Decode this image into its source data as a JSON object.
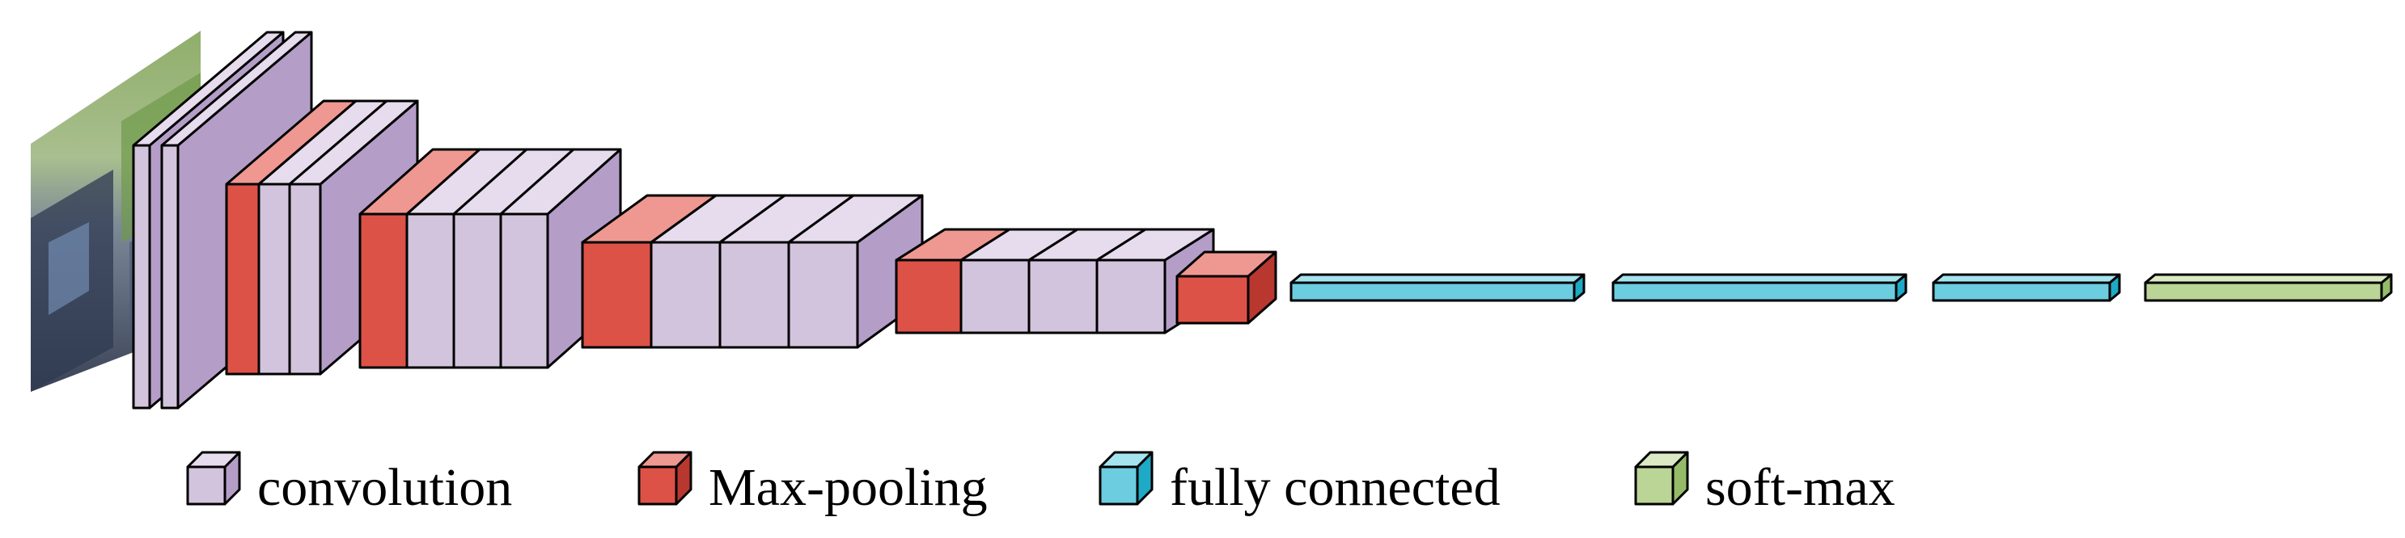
{
  "colors": {
    "convolution": {
      "front": "#d3c4dd",
      "top": "#e6dced",
      "side": "#b49ec8"
    },
    "max_pooling": {
      "front": "#dd5247",
      "top": "#ee9891",
      "side": "#b8382f"
    },
    "fully_connected": {
      "front": "#6ccde0",
      "top": "#a5e4ef",
      "side": "#1ea9c6"
    },
    "soft_max": {
      "front": "#bad595",
      "top": "#dbeac4",
      "side": "#95bb68"
    },
    "stroke": "#000000"
  },
  "input_image": {
    "description_icon": "crowd-photo"
  },
  "legend": {
    "items": [
      {
        "key": "convolution",
        "label": "convolution"
      },
      {
        "key": "max_pooling",
        "label": "Max-pooling"
      },
      {
        "key": "fully_connected",
        "label": "fully connected"
      },
      {
        "key": "soft_max",
        "label": "soft-max"
      }
    ]
  },
  "layers": [
    {
      "type": "convolution",
      "block": 1
    },
    {
      "type": "convolution",
      "block": 1
    },
    {
      "type": "max_pooling",
      "block": 2
    },
    {
      "type": "convolution",
      "block": 2
    },
    {
      "type": "convolution",
      "block": 2
    },
    {
      "type": "max_pooling",
      "block": 3
    },
    {
      "type": "convolution",
      "block": 3
    },
    {
      "type": "convolution",
      "block": 3
    },
    {
      "type": "convolution",
      "block": 3
    },
    {
      "type": "max_pooling",
      "block": 4
    },
    {
      "type": "convolution",
      "block": 4
    },
    {
      "type": "convolution",
      "block": 4
    },
    {
      "type": "convolution",
      "block": 4
    },
    {
      "type": "max_pooling",
      "block": 5
    },
    {
      "type": "convolution",
      "block": 5
    },
    {
      "type": "convolution",
      "block": 5
    },
    {
      "type": "convolution",
      "block": 5
    },
    {
      "type": "max_pooling",
      "block": 6
    },
    {
      "type": "fully_connected",
      "block": 7
    },
    {
      "type": "fully_connected",
      "block": 7
    },
    {
      "type": "fully_connected",
      "block": 7
    },
    {
      "type": "soft_max",
      "block": 8
    }
  ]
}
